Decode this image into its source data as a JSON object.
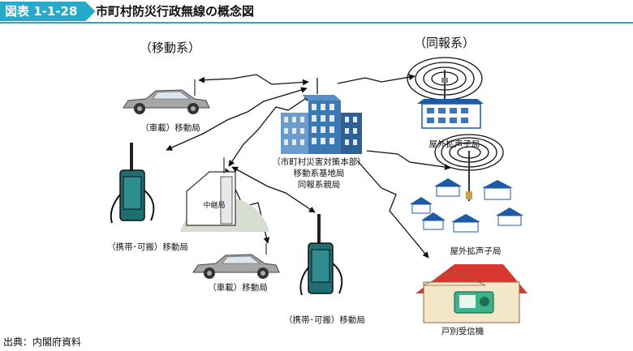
{
  "header": {
    "figure_tag": "図表 1-1-28",
    "title": "市町村防災行政無線の概念図"
  },
  "categories": {
    "mobile": "（移動系）",
    "broadcast": "（同報系）"
  },
  "labels": {
    "center_line1": "（市町村災害対策本部）",
    "center_line2": "移動系基地局",
    "center_line3": "同報系親局",
    "vehicle_top": "（車載）移動局",
    "portable_left": "（携帯･可搬）移動局",
    "relay": "中継局",
    "vehicle_bottom": "（車載）移動局",
    "portable_bottom": "（携帯･可搬）移動局",
    "outdoor_speaker_1": "屋外拡声子局",
    "outdoor_speaker_2": "屋外拡声子局",
    "household_receiver": "戸別受信機"
  },
  "source": "出典：内閣府資料",
  "colors": {
    "accent": "#27a9c9",
    "building": "#3c78b4",
    "roof": "#1f5aa6",
    "house_wall": "#f4e6c8",
    "house_roof": "#d8372f",
    "receiver": "#3cb38c",
    "radio": "#1f6e74",
    "car": "#a6a6a6",
    "hill": "#d7ddd0"
  }
}
